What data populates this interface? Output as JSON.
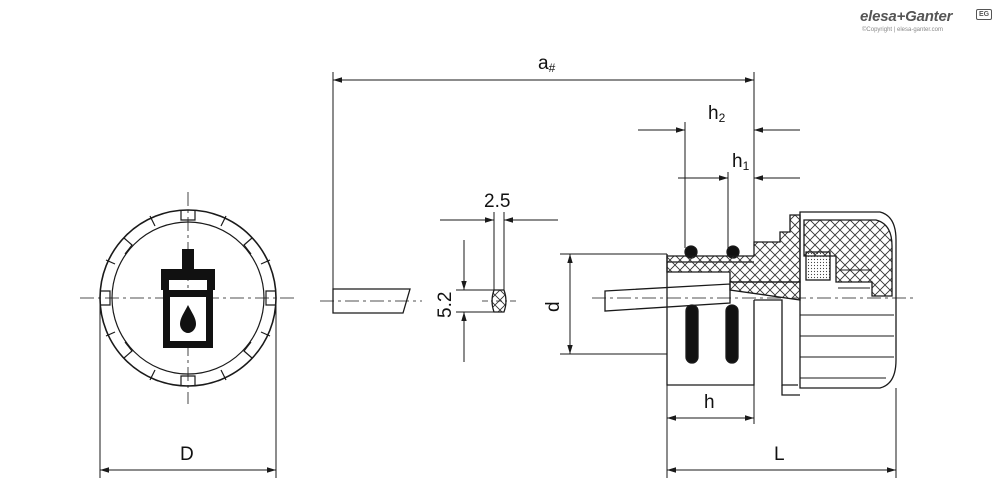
{
  "brand": {
    "name": "elesa+Ganter",
    "badge": "EG",
    "copyright": "©Copyright | elesa-ganter.com"
  },
  "labels": {
    "a": "a",
    "a_mark": "#",
    "h2": "h",
    "h2_sub": "2",
    "h1": "h",
    "h1_sub": "1",
    "dim_2_5": "2.5",
    "dim_5_2": "5.2",
    "d": "d",
    "h": "h",
    "D": "D",
    "L": "L"
  },
  "colors": {
    "line": "#1a1a1a",
    "hatch": "#333333",
    "background": "#ffffff"
  },
  "icons": {
    "symbol": "oil-reservoir-drop-icon"
  }
}
